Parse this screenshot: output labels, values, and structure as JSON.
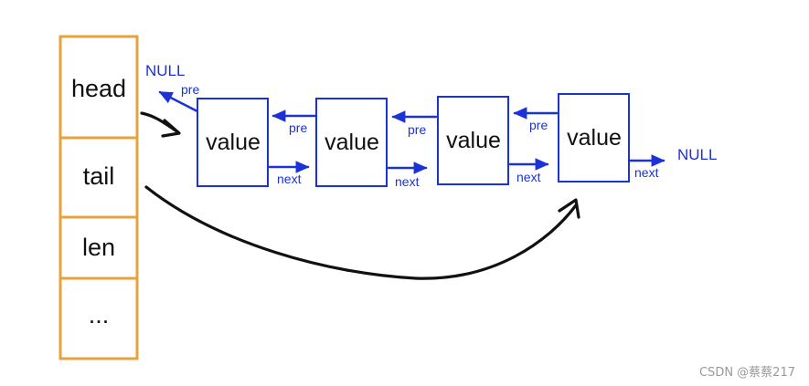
{
  "struct": {
    "fields": [
      "head",
      "tail",
      "len",
      "..."
    ],
    "border_color": "#e8a23c"
  },
  "nodes": [
    "value",
    "value",
    "value",
    "value"
  ],
  "links": {
    "pre_label": "pre",
    "next_label": "next",
    "null_label": "NULL",
    "color": "#1a32d8"
  },
  "watermark": "CSDN @蔡蔡217"
}
